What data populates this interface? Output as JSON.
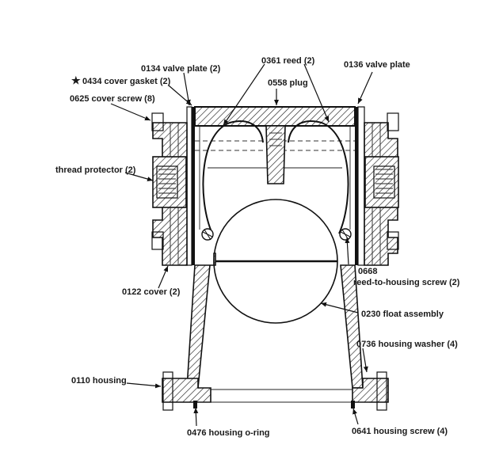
{
  "labels": {
    "valve_plate_134": "0134 valve plate (2)",
    "reed_361": "0361 reed (2)",
    "valve_plate_136": "0136 valve plate",
    "star": "★",
    "cover_gasket_434": "0434 cover gasket (2)",
    "plug_558": "0558 plug",
    "cover_screw_625": "0625 cover screw (8)",
    "thread_protector": "thread protector (2)",
    "screw_668_num": "0668",
    "screw_668_text": "reed-to-housing screw (2)",
    "cover_122": "0122 cover (2)",
    "float_230": "0230 float assembly",
    "washer_736": "0736 housing washer (4)",
    "housing_110": "0110 housing",
    "oring_476": "0476 housing o-ring",
    "screw_641": "0641 housing screw (4)"
  }
}
